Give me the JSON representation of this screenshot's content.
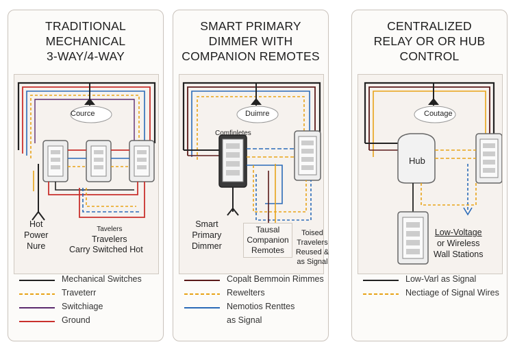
{
  "panels": [
    {
      "title": [
        "TRADITIONAL",
        "MECHANICAL",
        "3-WAY/4-WAY"
      ],
      "source_label": "Cource",
      "hot_label": [
        "Hot",
        "Power",
        "Nure"
      ],
      "travelers_label": [
        "Tavelers",
        "Travelers",
        "Carry Switched Hot"
      ],
      "legend": [
        {
          "label": "Mechanical Switches",
          "color": "#222222"
        },
        {
          "label": "Traveterr",
          "color": "#e8a317",
          "dashed": true
        },
        {
          "label": "Switchiage",
          "color": "#5b2a6e"
        },
        {
          "label": "Ground",
          "color": "#c9302c"
        }
      ]
    },
    {
      "title": [
        "SMART PRIMARY",
        "DIMMER WITH",
        "COMPANION REMOTES"
      ],
      "source_label": "Duimre",
      "device_label": "Comfinletes",
      "primary_label": [
        "Smart",
        "Primary",
        "Dimmer"
      ],
      "companion_label": [
        "Tausal",
        "Companion",
        "Remotes"
      ],
      "reused_label": [
        "Toised",
        "Travelers",
        "Reused &",
        "as Signal"
      ],
      "legend": [
        {
          "label": "Copalt Bemmoin Rimmes",
          "color": "#5a1a1a"
        },
        {
          "label": "Rewelters",
          "color": "#e8a317",
          "dashed": true
        },
        {
          "label": "Nemotios Renttes",
          "color": "#2a6ab8"
        },
        {
          "label": "as Signal",
          "color": ""
        }
      ]
    },
    {
      "title": [
        "CENTRALIZED",
        "RELAY OR OR HUB",
        "CONTROL"
      ],
      "source_label": "Coutage",
      "hub_label": "Hub",
      "stations_label": [
        "Low-Voltage",
        "or Wireless",
        "Wall Stations"
      ],
      "legend": [
        {
          "label": "Low-Varl as Signal",
          "color": "#222222"
        },
        {
          "label": "Nectiage of Signal Wires",
          "color": "#e8a317",
          "dashed": true
        }
      ]
    }
  ]
}
